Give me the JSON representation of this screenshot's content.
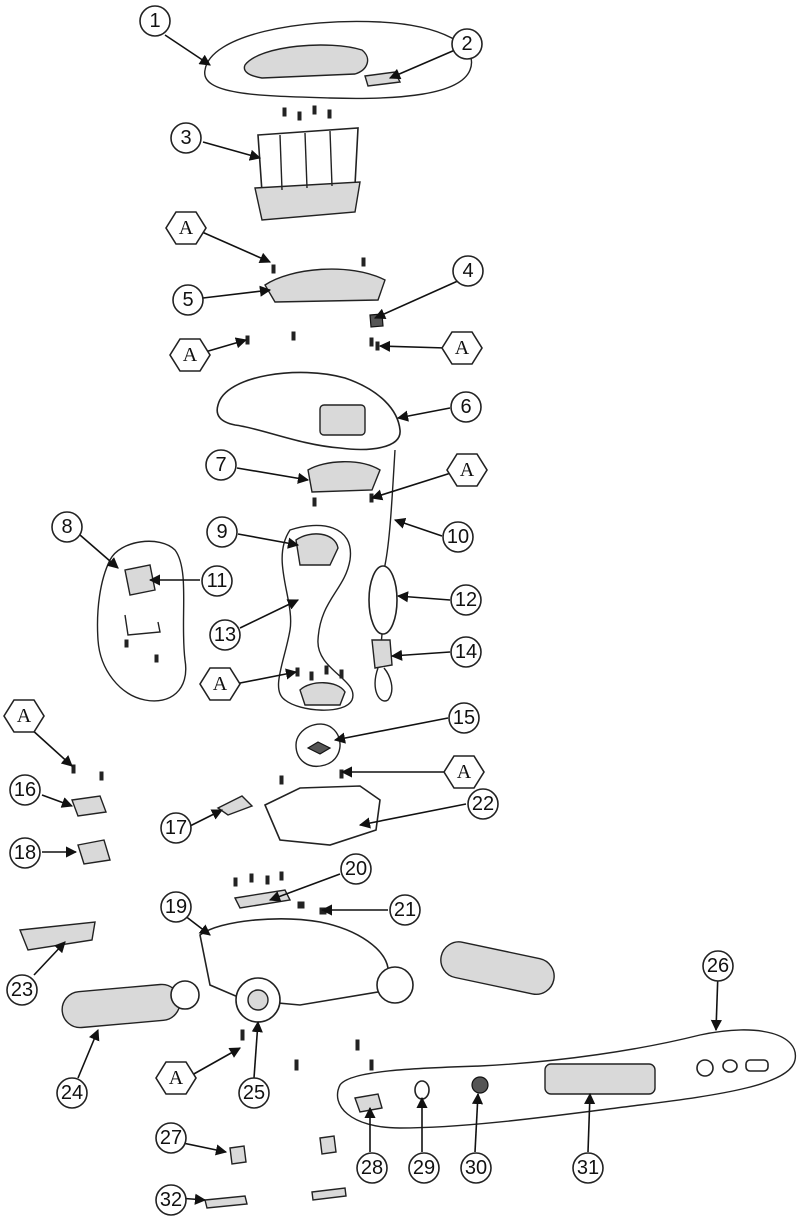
{
  "callouts": [
    "1",
    "2",
    "3",
    "4",
    "5",
    "6",
    "7",
    "8",
    "9",
    "10",
    "11",
    "12",
    "13",
    "14",
    "15",
    "16",
    "17",
    "18",
    "19",
    "20",
    "21",
    "22",
    "23",
    "24",
    "25",
    "26",
    "27",
    "28",
    "29",
    "30",
    "31",
    "32"
  ],
  "hex_label": "A",
  "colors": {
    "line": "#111111",
    "fill": "#ffffff",
    "shade": "#d9d9d9"
  }
}
